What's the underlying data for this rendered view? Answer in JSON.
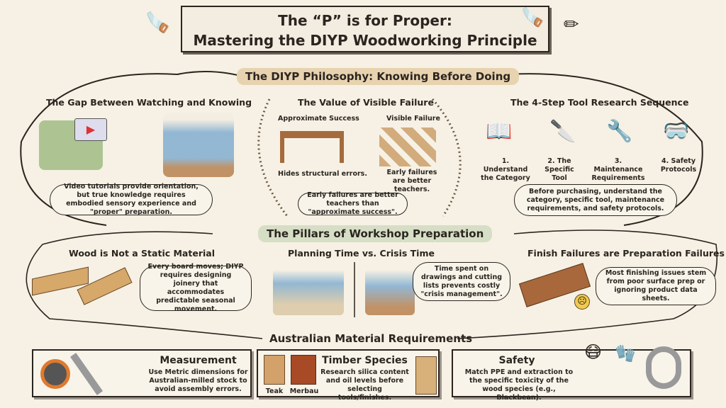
{
  "title": {
    "line1": "The “P” is for Proper:",
    "line2": "Mastering the DIYP Woodworking Principle"
  },
  "philosophy": {
    "header": "The DIYP Philosophy: Knowing Before Doing",
    "header_color": "#e8d3b0",
    "gap": {
      "title": "The Gap Between Watching and Knowing",
      "note": "Video tutorials provide orientation, but true knowledge requires embodied sensory experience and \"proper\" preparation."
    },
    "failure": {
      "title": "The Value of Visible Failure",
      "left_label": "Approximate Success",
      "left_caption": "Hides structural errors.",
      "right_label": "Visible Failure",
      "right_caption": "Early failures are better teachers.",
      "note": "Early failures are better teachers than \"approximate success\"."
    },
    "research": {
      "title": "The 4-Step Tool Research Sequence",
      "steps": [
        {
          "label": "1. Understand the Category",
          "icon": "book-icon"
        },
        {
          "label": "2. The Specific Tool",
          "icon": "chisel-icon"
        },
        {
          "label": "3. Maintenance Requirements",
          "icon": "wrench-oilcan-icon"
        },
        {
          "label": "4. Safety Protocols",
          "icon": "goggles-icon"
        }
      ],
      "note": "Before purchasing, understand the category, specific tool, maintenance requirements, and safety protocols."
    }
  },
  "pillars": {
    "header": "The Pillars of Workshop Preparation",
    "header_color": "#d6dfc5",
    "wood": {
      "title": "Wood is Not a Static Material",
      "note": "Every board moves; DIYP requires designing joinery that accommodates predictable seasonal movement."
    },
    "planning": {
      "title": "Planning Time vs. Crisis Time",
      "note": "Time spent on drawings and cutting lists prevents costly \"crisis management\"."
    },
    "finish": {
      "title": "Finish Failures are Preparation Failures",
      "note": "Most finishing issues stem from poor surface prep or ignoring product data sheets."
    }
  },
  "australian": {
    "header": "Australian Material Requirements",
    "measurement": {
      "title": "Measurement",
      "text": "Use Metric dimensions for Australian-milled stock to avoid assembly errors."
    },
    "timber": {
      "title": "Timber Species",
      "text": "Research silica content and oil levels before selecting tools/finishes.",
      "swatches": [
        "Teak",
        "Merbau"
      ]
    },
    "safety": {
      "title": "Safety",
      "text": "Match PPE and extraction to the specific toxicity of the wood species (e.g., Blackbean)."
    }
  }
}
